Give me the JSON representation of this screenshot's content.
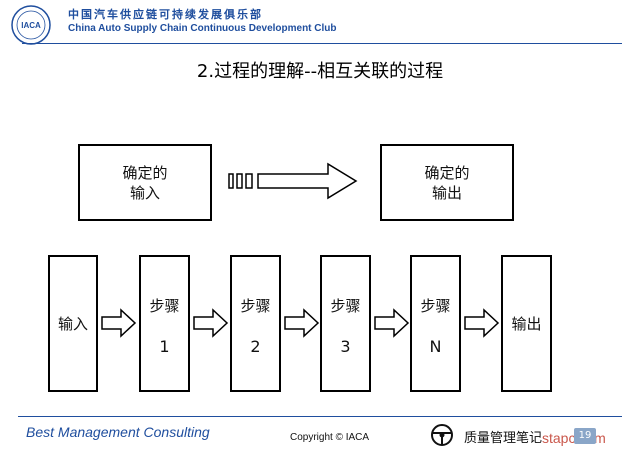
{
  "header": {
    "logo_text": "IACA",
    "org_cn": "中国汽车供应链可持续发展俱乐部",
    "org_en": "China Auto Supply Chain Continuous Development Club"
  },
  "title": "2.过程的理解--相互关联的过程",
  "top_flow": {
    "input_line1": "确定的",
    "input_line2": "输入",
    "output_line1": "确定的",
    "output_line2": "输出"
  },
  "process": {
    "input": "输入",
    "steps": [
      {
        "label": "步骤",
        "num": "1"
      },
      {
        "label": "步骤",
        "num": "2"
      },
      {
        "label": "步骤",
        "num": "3"
      },
      {
        "label": "步骤",
        "num": "N"
      }
    ],
    "output": "输出"
  },
  "footer": {
    "brand": "Best Management Consulting",
    "copyright": "Copyright © IACA",
    "watermark_text": "质量管理笔记",
    "watermark_url": "stapc.com",
    "page_number": "19"
  },
  "colors": {
    "brand_blue": "#1f4e9e"
  }
}
